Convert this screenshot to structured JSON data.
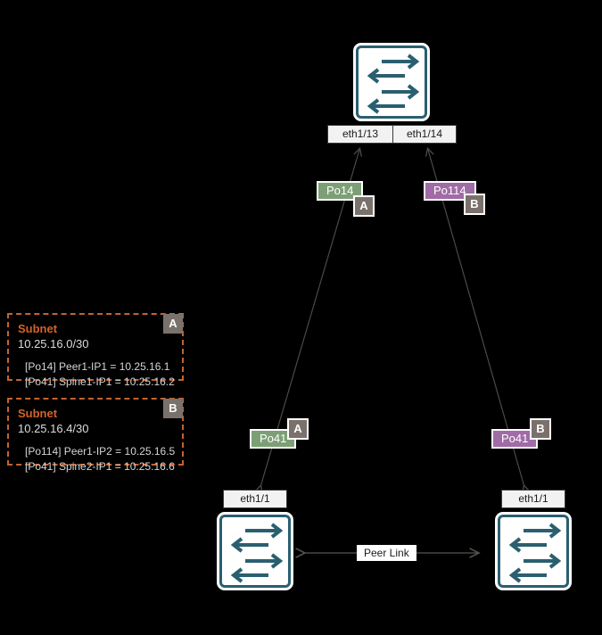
{
  "diagram": {
    "background": "#000000",
    "accent_green": "#7d9f76",
    "accent_purple": "#a06ba6",
    "accent_orange": "#d4622a",
    "switch_teal": "#2a5f70",
    "badge_gray": "#7a716c"
  },
  "nodes": {
    "spine": {
      "name": "spine-switch",
      "icon": "switch-icon",
      "ports": [
        {
          "label": "eth1/13"
        },
        {
          "label": "eth1/14"
        }
      ]
    },
    "leaf_left": {
      "name": "leaf-switch-left",
      "icon": "switch-icon",
      "port": {
        "label": "eth1/1"
      }
    },
    "leaf_right": {
      "name": "leaf-switch-right",
      "icon": "switch-icon",
      "port": {
        "label": "eth1/1"
      }
    }
  },
  "links": {
    "peer_link": {
      "label": "Peer Link"
    },
    "portchannels": [
      {
        "label": "Po14",
        "color": "green",
        "letter": "A"
      },
      {
        "label": "Po114",
        "color": "purple",
        "letter": "B"
      },
      {
        "label": "Po41",
        "color": "green",
        "letter": "A"
      },
      {
        "label": "Po41",
        "color": "purple",
        "letter": "B"
      }
    ]
  },
  "subnets": [
    {
      "letter": "A",
      "title": "Subnet",
      "cidr": "10.25.16.0/30",
      "rows": [
        "[Po14] Peer1-IP1 = 10.25.16.1",
        "[Po41] Spine1-IP1 = 10.25.16.2"
      ]
    },
    {
      "letter": "B",
      "title": "Subnet",
      "cidr": "10.25.16.4/30",
      "rows": [
        "[Po114] Peer1-IP2 = 10.25.16.5",
        "[Po41] Spine2-IP1 = 10.25.16.6"
      ]
    }
  ]
}
